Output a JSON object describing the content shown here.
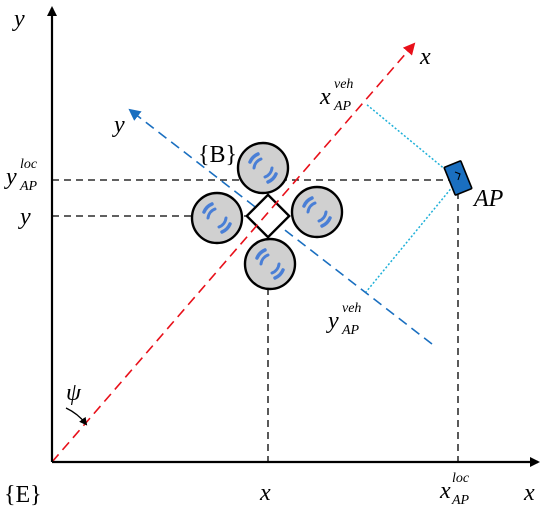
{
  "labels": {
    "y_axis": "y",
    "x_axis": "x",
    "earth_frame": "{E}",
    "body_frame": "{B}",
    "vehicle_x": "x",
    "vehicle_y": "y",
    "ap_label": "AP",
    "psi": "ψ",
    "x_tick": "x",
    "y_tick": "y",
    "x_ap_loc": {
      "main": "x",
      "sub": "AP",
      "sup": "loc"
    },
    "y_ap_loc": {
      "main": "y",
      "sub": "AP",
      "sup": "loc"
    },
    "x_ap_veh": {
      "main": "x",
      "sub": "AP",
      "sup": "veh"
    },
    "y_ap_veh": {
      "main": "y",
      "sub": "AP",
      "sup": "veh"
    }
  },
  "colors": {
    "axis": "#000000",
    "vehicle_x_axis": "#e8101a",
    "vehicle_y_axis": "#1a6fc0",
    "projection": "#1fb0d8",
    "guide": "#000000",
    "rotor_fill": "#d0d0d0",
    "rotor_blade": "#4a7fd6",
    "ap_fill": "#1a6fc0"
  }
}
